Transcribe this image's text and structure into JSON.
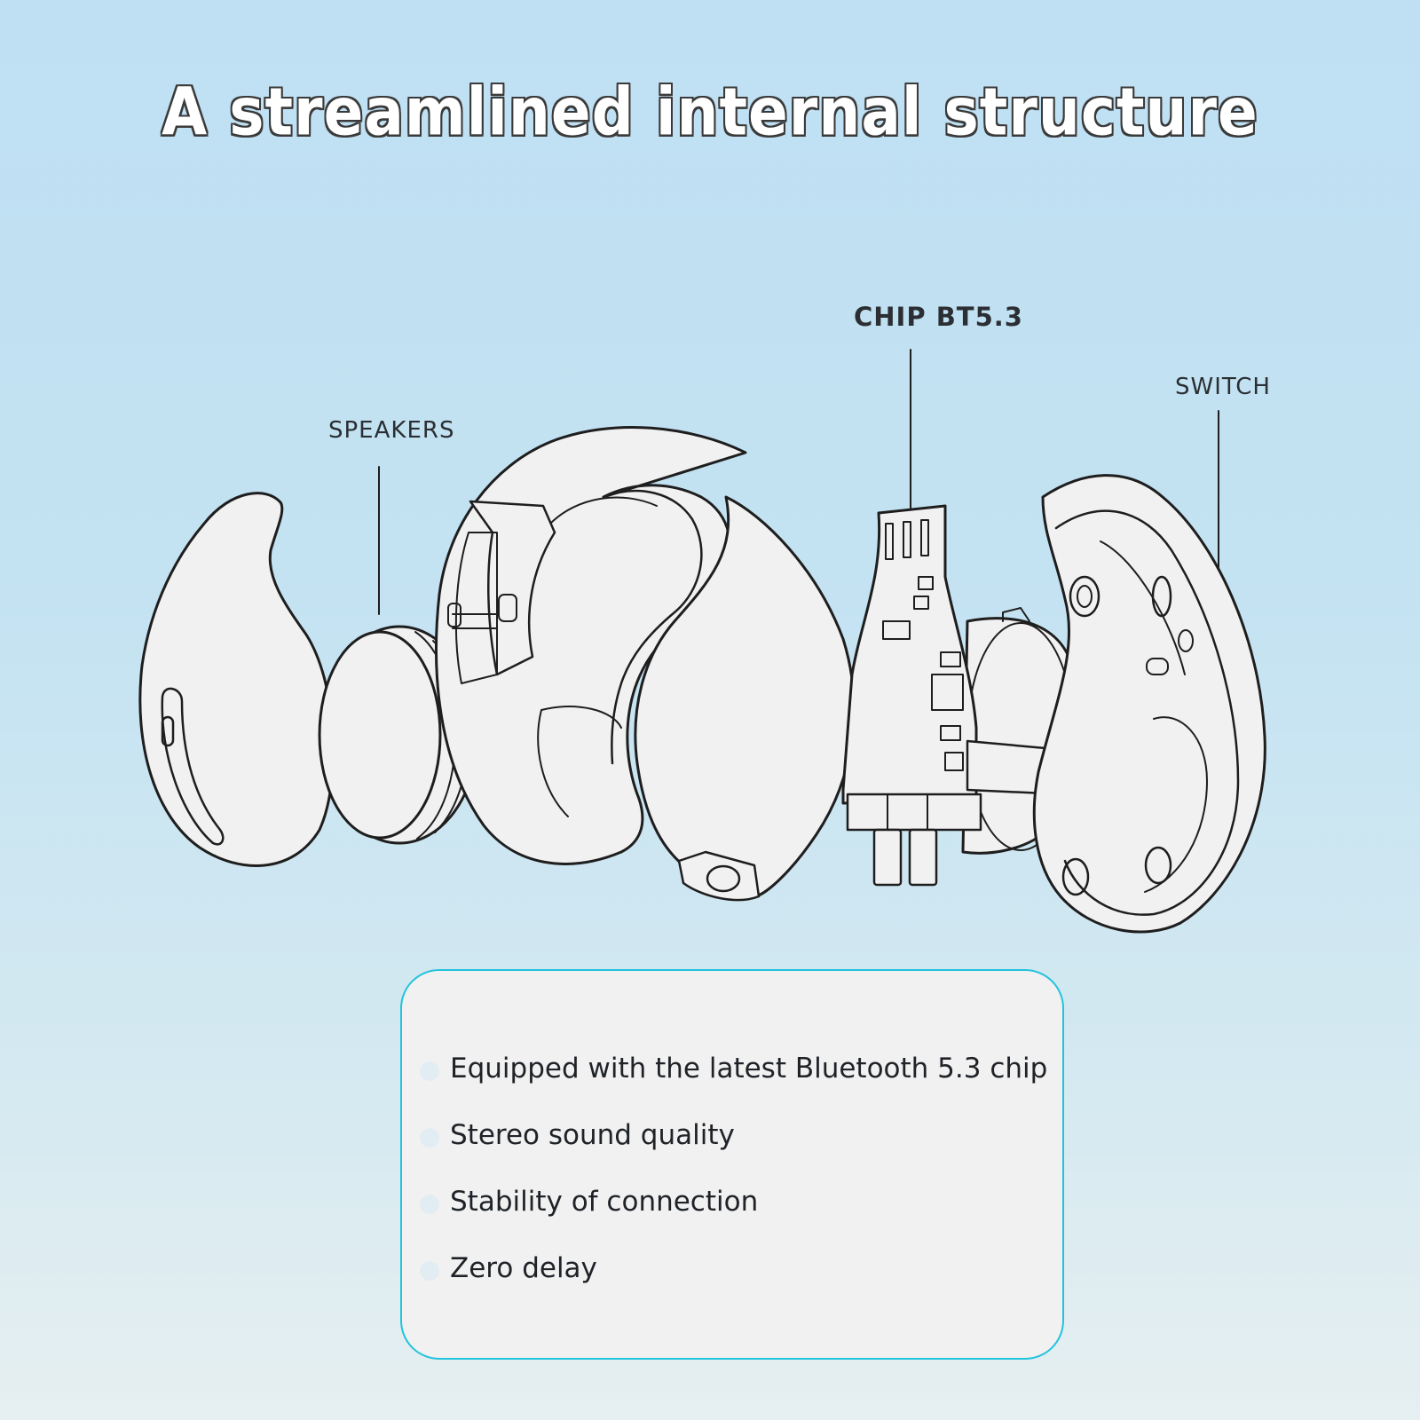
{
  "title": "A streamlined internal structure",
  "callouts": {
    "speakers": "SPEAKERS",
    "chip": "CHIP BT5.3",
    "switch": "SWITCH"
  },
  "features": [
    "Equipped with the latest Bluetooth 5.3 chip",
    "Stereo sound quality",
    "Stability of connection",
    "Zero delay"
  ],
  "colors": {
    "card_border": "#22c3dc",
    "outline": "#1e1e1e"
  }
}
